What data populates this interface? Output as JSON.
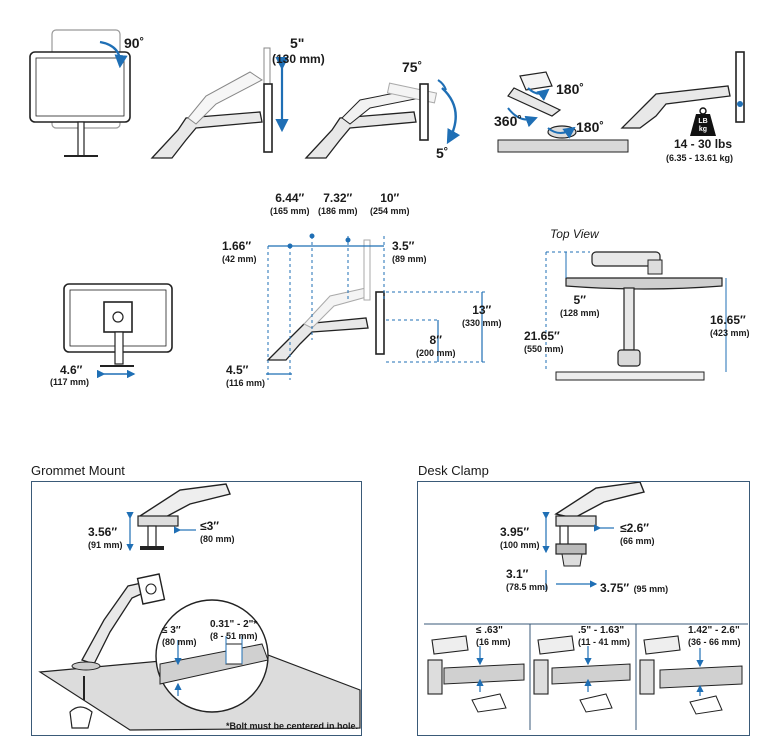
{
  "colors": {
    "accent": "#1f6fb5",
    "frame": "#3a5a78",
    "line": "#222222",
    "arm": "#bfbfbf"
  },
  "top_row": {
    "rotate": {
      "angle": "90˚"
    },
    "height": {
      "value": "5\"",
      "metric": "(130 mm)"
    },
    "tilt": {
      "up": "75˚",
      "down": "5˚"
    },
    "swivel": {
      "a": "180˚",
      "b": "360˚",
      "c": "180˚"
    },
    "weight": {
      "icon_text": "LB kg",
      "value": "14 - 30 lbs",
      "metric": "(6.35 - 13.61 kg)"
    }
  },
  "middle_row": {
    "front": {
      "value": "4.6″",
      "metric": "(117 mm)"
    },
    "side": {
      "d1": {
        "value": "6.44″",
        "metric": "(165 mm)"
      },
      "d2": {
        "value": "7.32″",
        "metric": "(186 mm)"
      },
      "d3": {
        "value": "10″",
        "metric": "(254 mm)"
      },
      "d4": {
        "value": "1.66″",
        "metric": "(42 mm)"
      },
      "d5": {
        "value": "3.5″",
        "metric": "(89 mm)"
      },
      "d6": {
        "value": "13″",
        "metric": "(330 mm)"
      },
      "d7": {
        "value": "8″",
        "metric": "(200 mm)"
      },
      "d8": {
        "value": "4.5″",
        "metric": "(116 mm)"
      }
    },
    "top_view": {
      "title": "Top View",
      "d1": {
        "value": "5″",
        "metric": "(128 mm)"
      },
      "d2": {
        "value": "21.65″",
        "metric": "(550 mm)"
      },
      "d3": {
        "value": "16.65″",
        "metric": "(423 mm)"
      }
    }
  },
  "grommet": {
    "title": "Grommet Mount",
    "d1": {
      "value": "3.56″",
      "metric": "(91 mm)"
    },
    "d2": {
      "value": "≤3″",
      "metric": "(80 mm)"
    },
    "d3": {
      "value": "≤ 3″",
      "metric": "(80 mm)"
    },
    "d4": {
      "value": "0.31\" - 2\"*",
      "metric": "(8 - 51 mm)"
    },
    "note": "*Bolt must be centered in hole."
  },
  "clamp": {
    "title": "Desk Clamp",
    "d1": {
      "value": "3.95″",
      "metric": "(100 mm)"
    },
    "d2": {
      "value": "≤2.6″",
      "metric": "(66 mm)"
    },
    "d3": {
      "value": "3.1″",
      "metric": "(78.5 mm)"
    },
    "d4": {
      "value": "3.75″",
      "metric": "(95 mm)"
    },
    "panels": [
      {
        "value": "≤ .63\"",
        "metric": "(16 mm)"
      },
      {
        "value": ".5\" - 1.63\"",
        "metric": "(11 - 41 mm)"
      },
      {
        "value": "1.42\" - 2.6\"",
        "metric": "(36 - 66 mm)"
      }
    ]
  }
}
